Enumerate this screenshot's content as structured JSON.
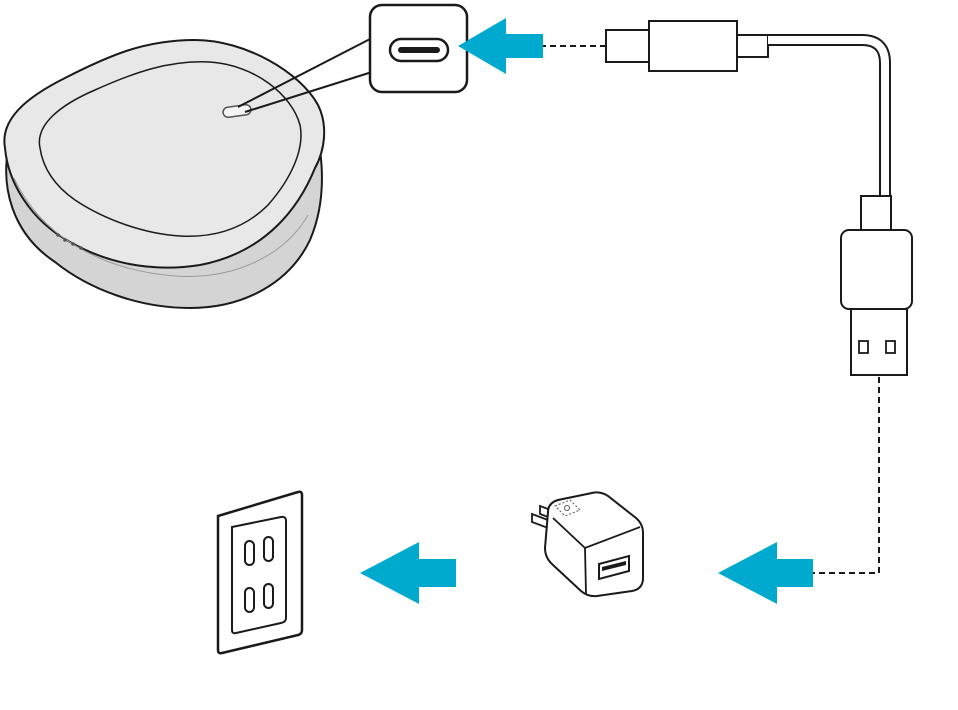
{
  "diagram": {
    "type": "charging-connection-illustration",
    "colors": {
      "arrow": "#00A9CE",
      "outline": "#1a1a1a",
      "case_fill": "#e6e6e6",
      "case_shade": "#cfcfcf",
      "background": "#ffffff"
    },
    "components": [
      {
        "name": "charging-case",
        "icon": "earbuds-charging-case"
      },
      {
        "name": "usb-c-port-callout",
        "icon": "usb-c-port"
      },
      {
        "name": "usb-cable",
        "icon": "usb-c-to-usb-a-cable"
      },
      {
        "name": "usb-power-adapter",
        "icon": "usb-wall-adapter"
      },
      {
        "name": "wall-outlet",
        "icon": "ac-wall-outlet"
      }
    ],
    "arrows": [
      {
        "name": "arrow-cable-to-case",
        "direction": "left"
      },
      {
        "name": "arrow-cable-to-adapter",
        "direction": "left"
      },
      {
        "name": "arrow-adapter-to-outlet",
        "direction": "left"
      }
    ]
  }
}
